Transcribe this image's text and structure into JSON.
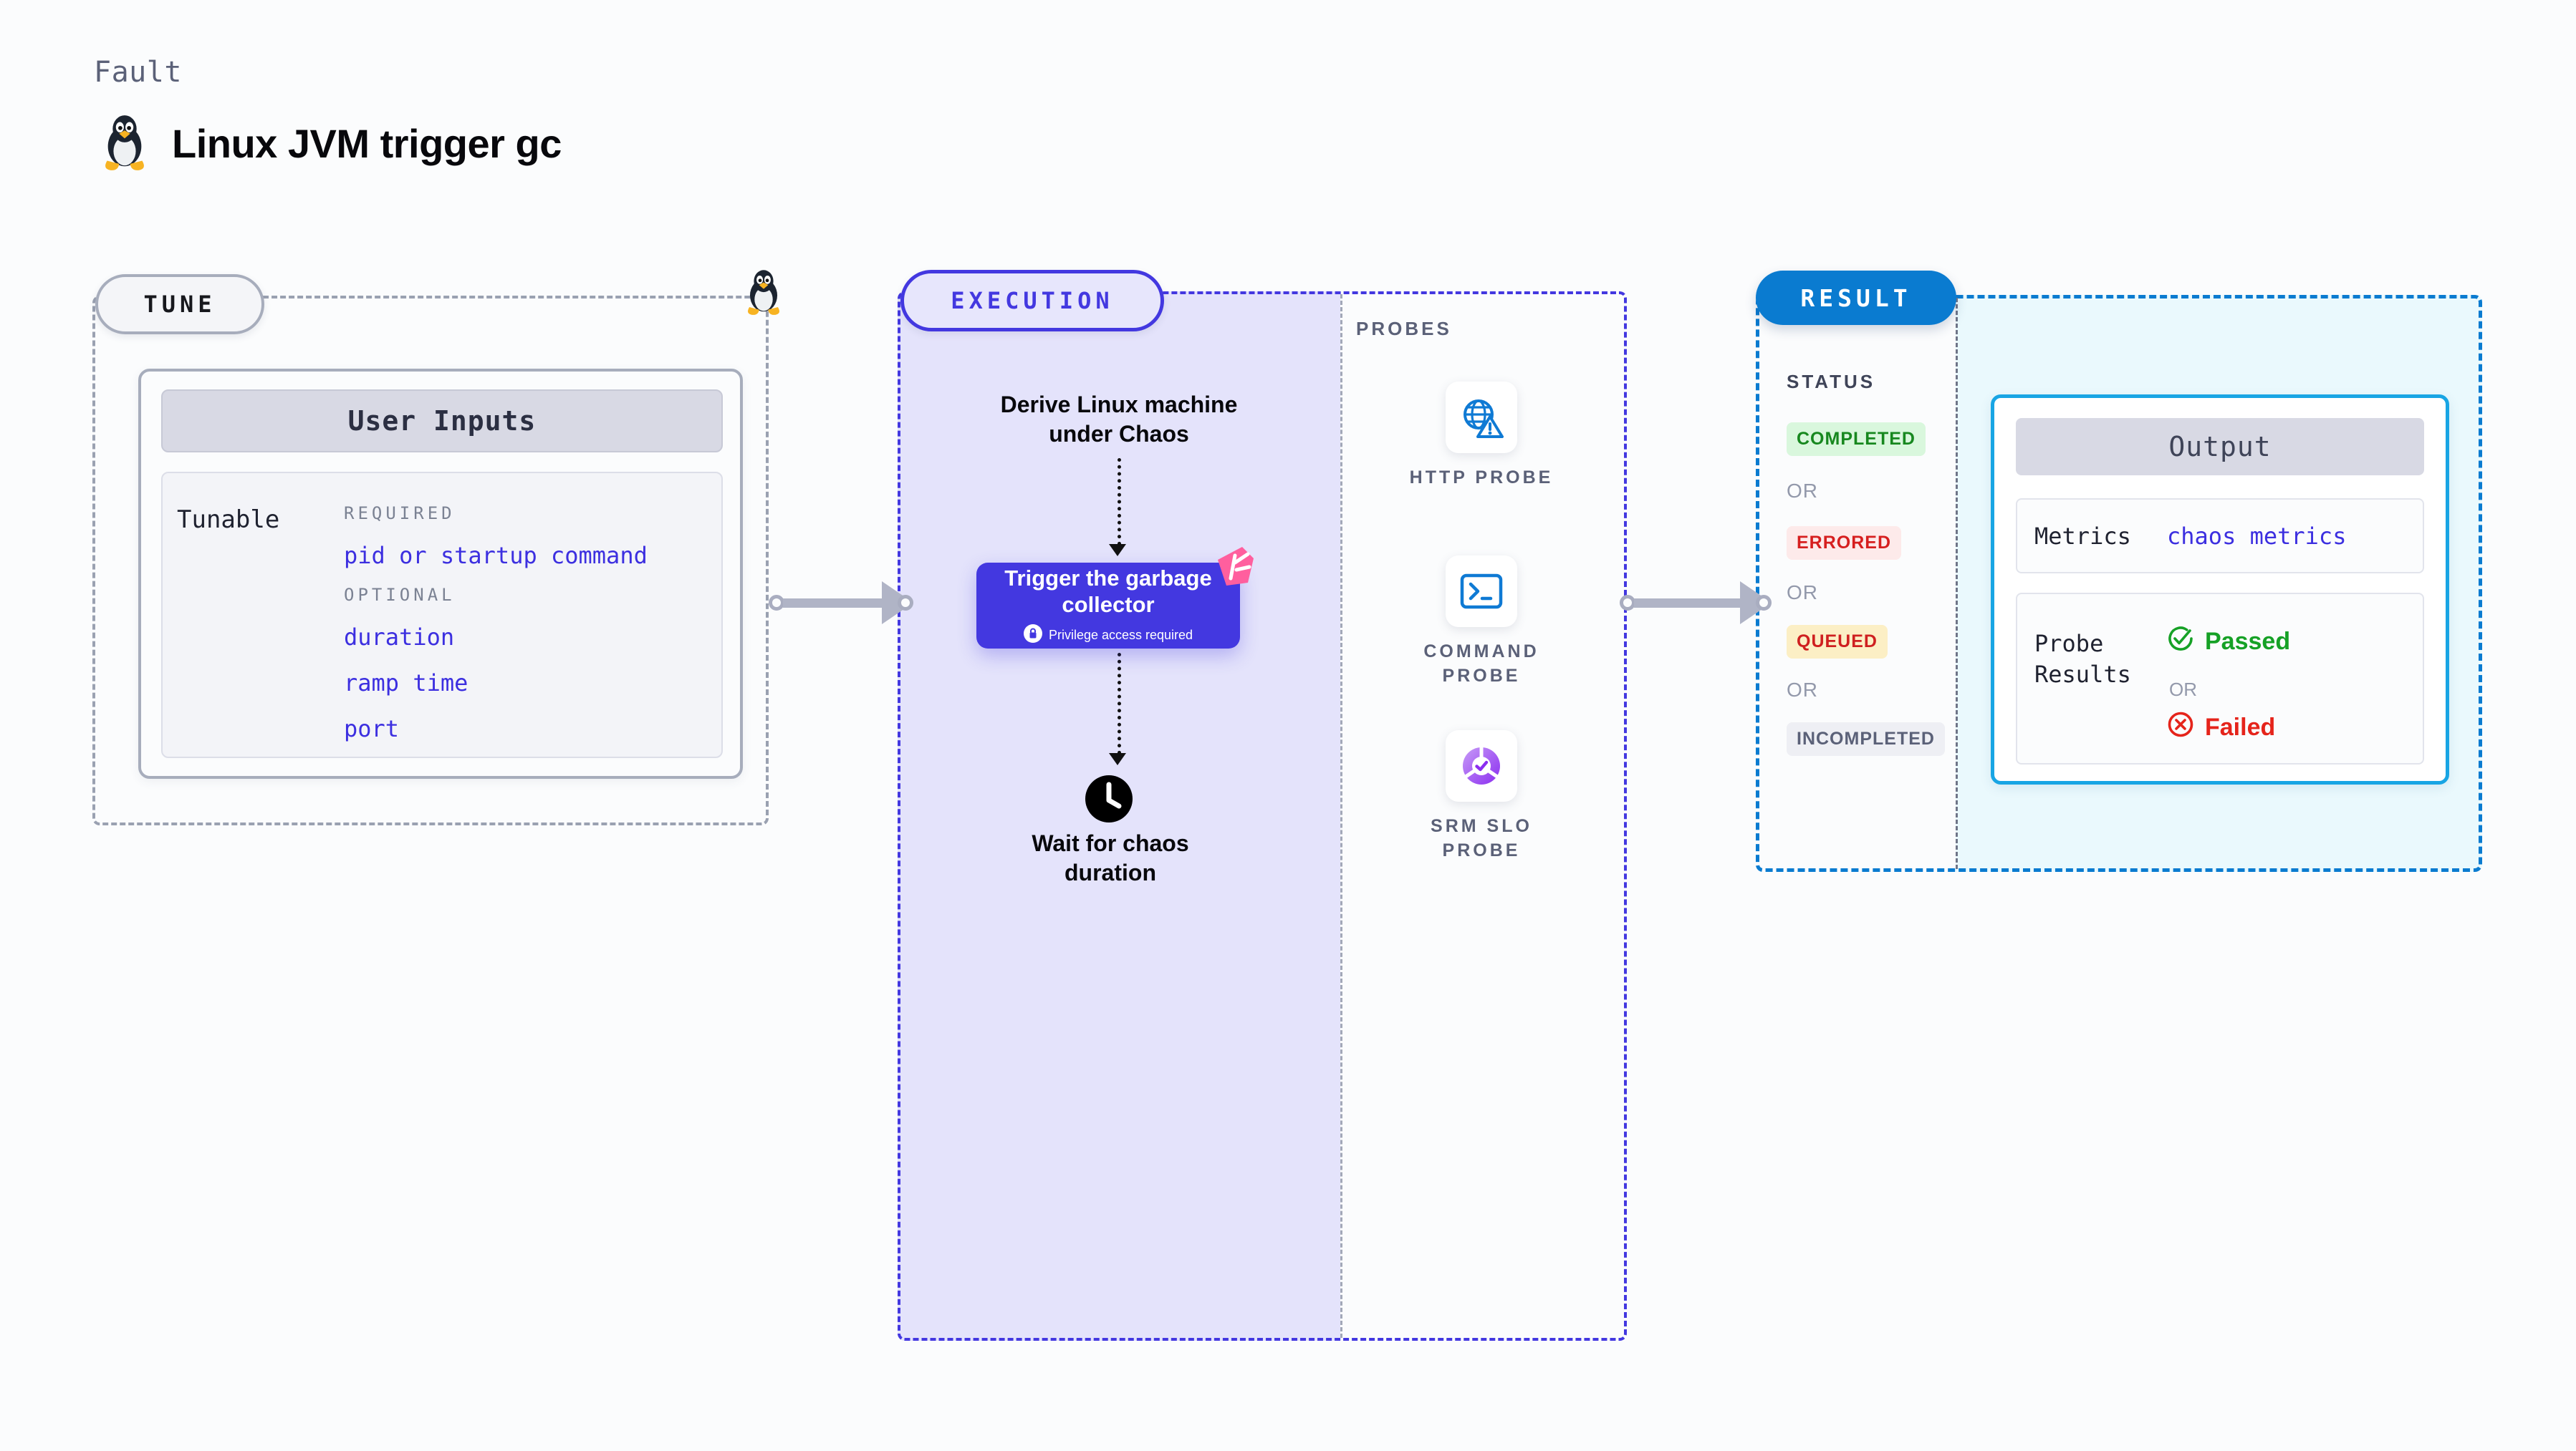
{
  "header": {
    "eyebrow": "Fault",
    "title": "Linux JVM trigger gc",
    "icon": "linux-penguin-icon"
  },
  "tune": {
    "pill_label": "TUNE",
    "penguin_icon": "linux-penguin-icon",
    "card": {
      "header": "User Inputs",
      "row_label": "Tunable",
      "groups": [
        {
          "label": "REQUIRED",
          "items": [
            "pid or startup command"
          ]
        },
        {
          "label": "OPTIONAL",
          "items": [
            "duration",
            "ramp time",
            "port"
          ]
        }
      ]
    }
  },
  "execution": {
    "pill_label": "EXECUTION",
    "steps": {
      "derive": "Derive Linux machine under Chaos",
      "trigger_title": "Trigger the garbage collector",
      "trigger_subtitle": "Privilege access required",
      "trigger_sub_icon": "lock-icon",
      "trigger_badge_icon": "harness-logo-icon",
      "wait_icon": "clock-icon",
      "wait": "Wait for chaos duration"
    }
  },
  "probes": {
    "label": "PROBES",
    "items": [
      {
        "caption": "HTTP PROBE",
        "icon": "globe-warning-icon"
      },
      {
        "caption": "COMMAND PROBE",
        "icon": "terminal-icon"
      },
      {
        "caption": "SRM SLO PROBE",
        "icon": "slo-donut-check-icon"
      }
    ]
  },
  "result": {
    "pill_label": "RESULT",
    "status_label": "STATUS",
    "or_label": "OR",
    "statuses": [
      {
        "label": "COMPLETED",
        "bg": "#d9f7dd",
        "color": "#17881f"
      },
      {
        "label": "ERRORED",
        "bg": "#fdeaea",
        "color": "#d61f1f"
      },
      {
        "label": "QUEUED",
        "bg": "#fcefc5",
        "color": "#cf2020"
      },
      {
        "label": "INCOMPLETED",
        "bg": "#eeeff4",
        "color": "#5b6178"
      }
    ],
    "output": {
      "header": "Output",
      "metrics_label": "Metrics",
      "metrics_value": "chaos metrics",
      "probe_results_label": "Probe Results",
      "passed": "Passed",
      "passed_icon": "check-circle-icon",
      "or_label": "OR",
      "failed": "Failed",
      "failed_icon": "x-circle-icon"
    }
  },
  "colors": {
    "accent_purple": "#4338e0",
    "accent_blue": "#0a7bd0",
    "output_border": "#18a5e4",
    "link_purple": "#3c2fe0",
    "dashed_gray": "#9aa1b1"
  }
}
